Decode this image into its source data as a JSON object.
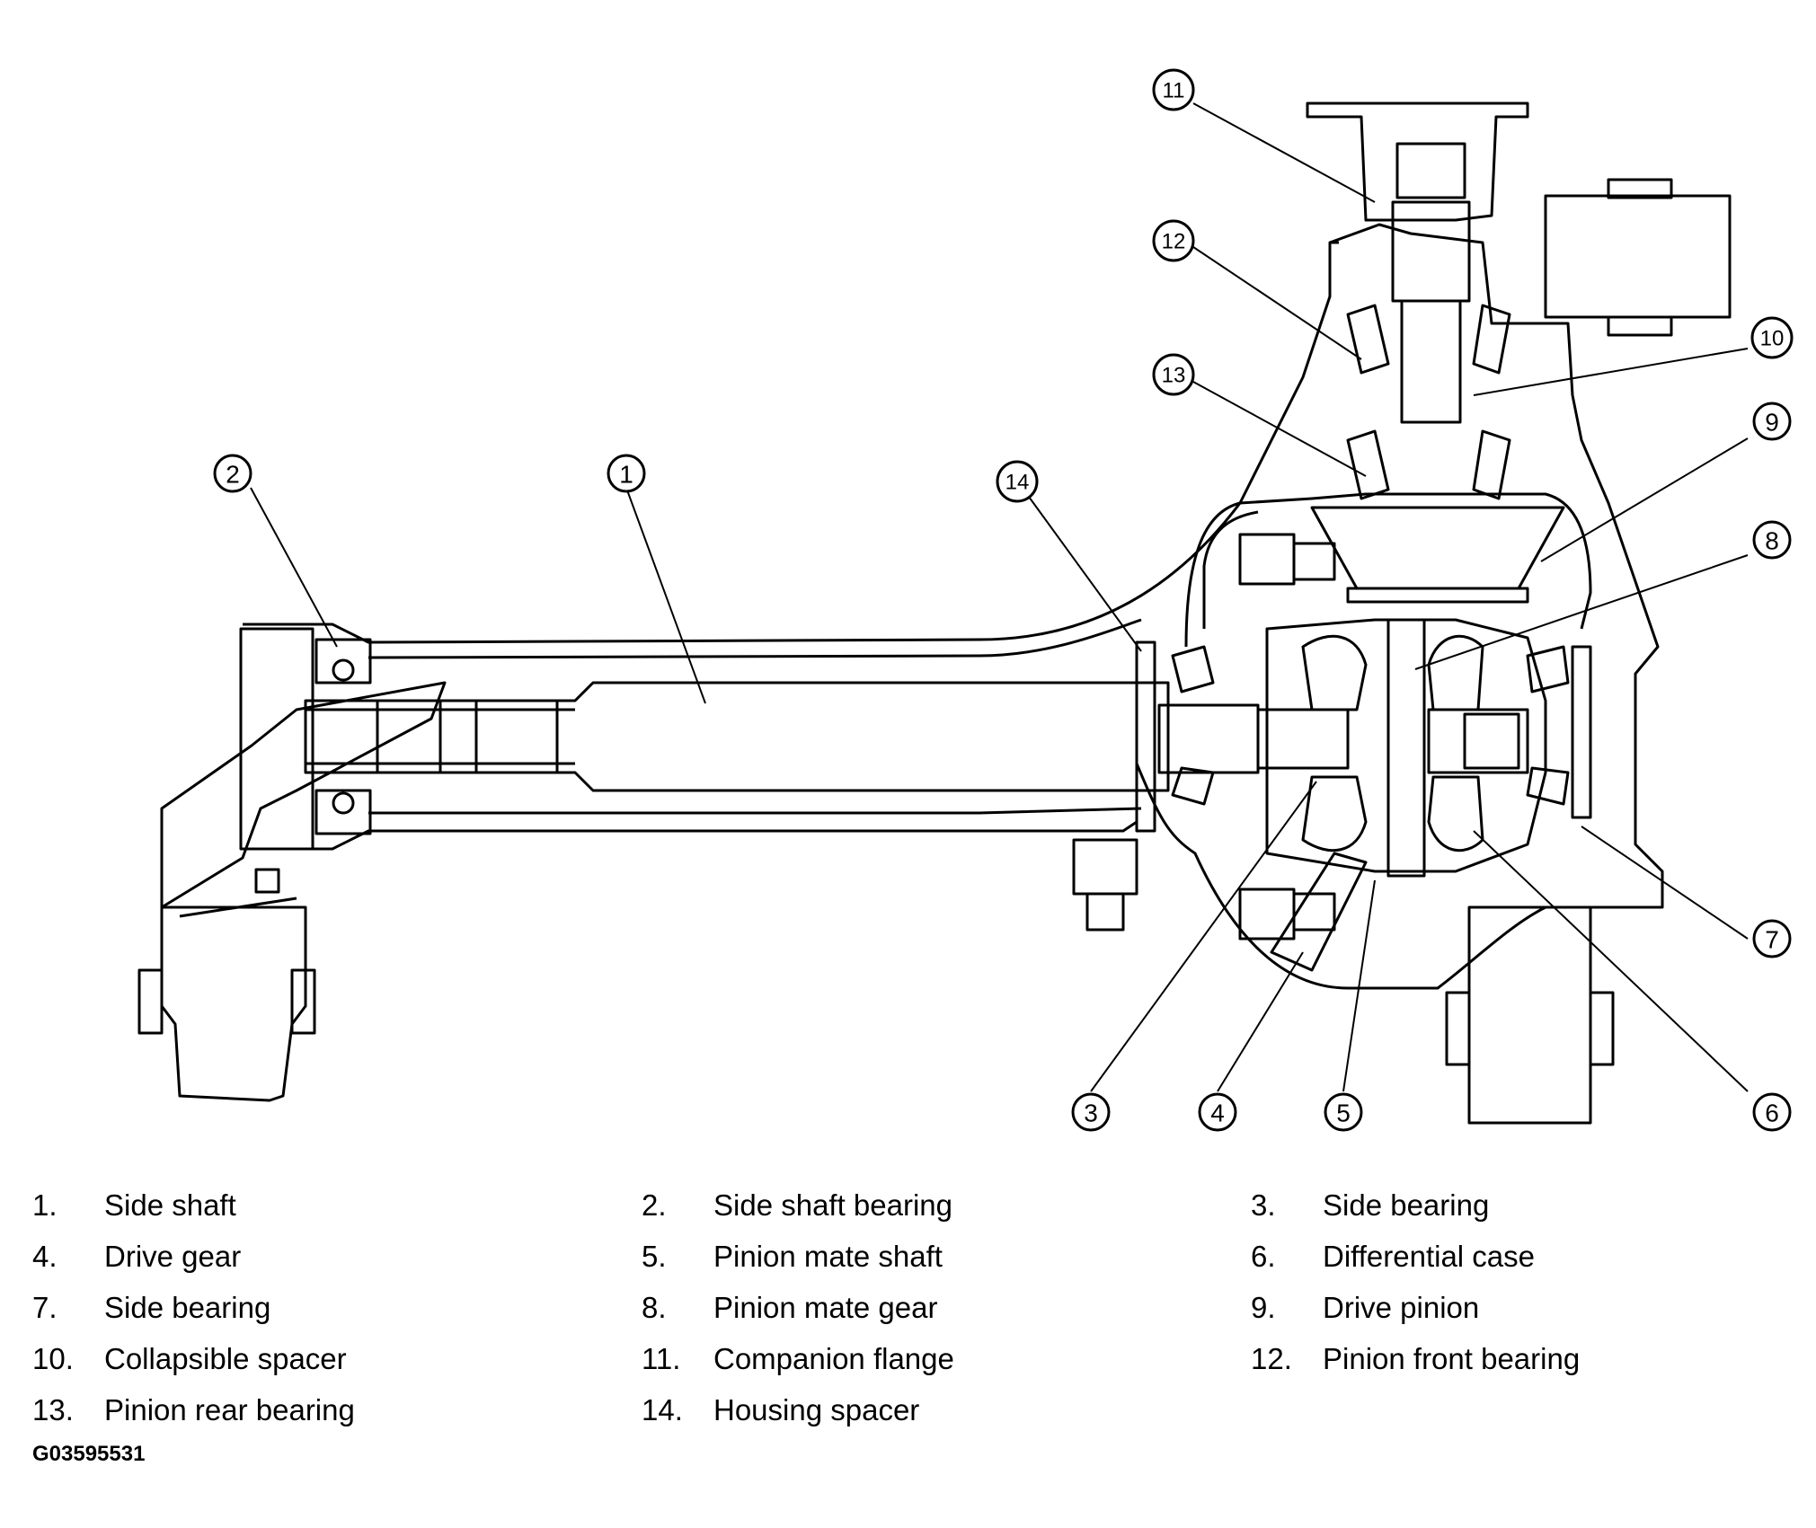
{
  "callouts": [
    "1",
    "2",
    "3",
    "4",
    "5",
    "6",
    "7",
    "8",
    "9",
    "10",
    "11",
    "12",
    "13",
    "14"
  ],
  "legend": [
    {
      "num": "1.",
      "label": "Side shaft"
    },
    {
      "num": "2.",
      "label": "Side shaft bearing"
    },
    {
      "num": "3.",
      "label": "Side bearing"
    },
    {
      "num": "4.",
      "label": "Drive gear"
    },
    {
      "num": "5.",
      "label": "Pinion mate shaft"
    },
    {
      "num": "6.",
      "label": "Differential case"
    },
    {
      "num": "7.",
      "label": "Side bearing"
    },
    {
      "num": "8.",
      "label": "Pinion mate gear"
    },
    {
      "num": "9.",
      "label": "Drive pinion"
    },
    {
      "num": "10.",
      "label": "Collapsible spacer"
    },
    {
      "num": "11.",
      "label": "Companion flange"
    },
    {
      "num": "12.",
      "label": "Pinion front bearing"
    },
    {
      "num": "13.",
      "label": "Pinion rear bearing"
    },
    {
      "num": "14.",
      "label": "Housing spacer"
    }
  ],
  "figure_id": "G03595531"
}
